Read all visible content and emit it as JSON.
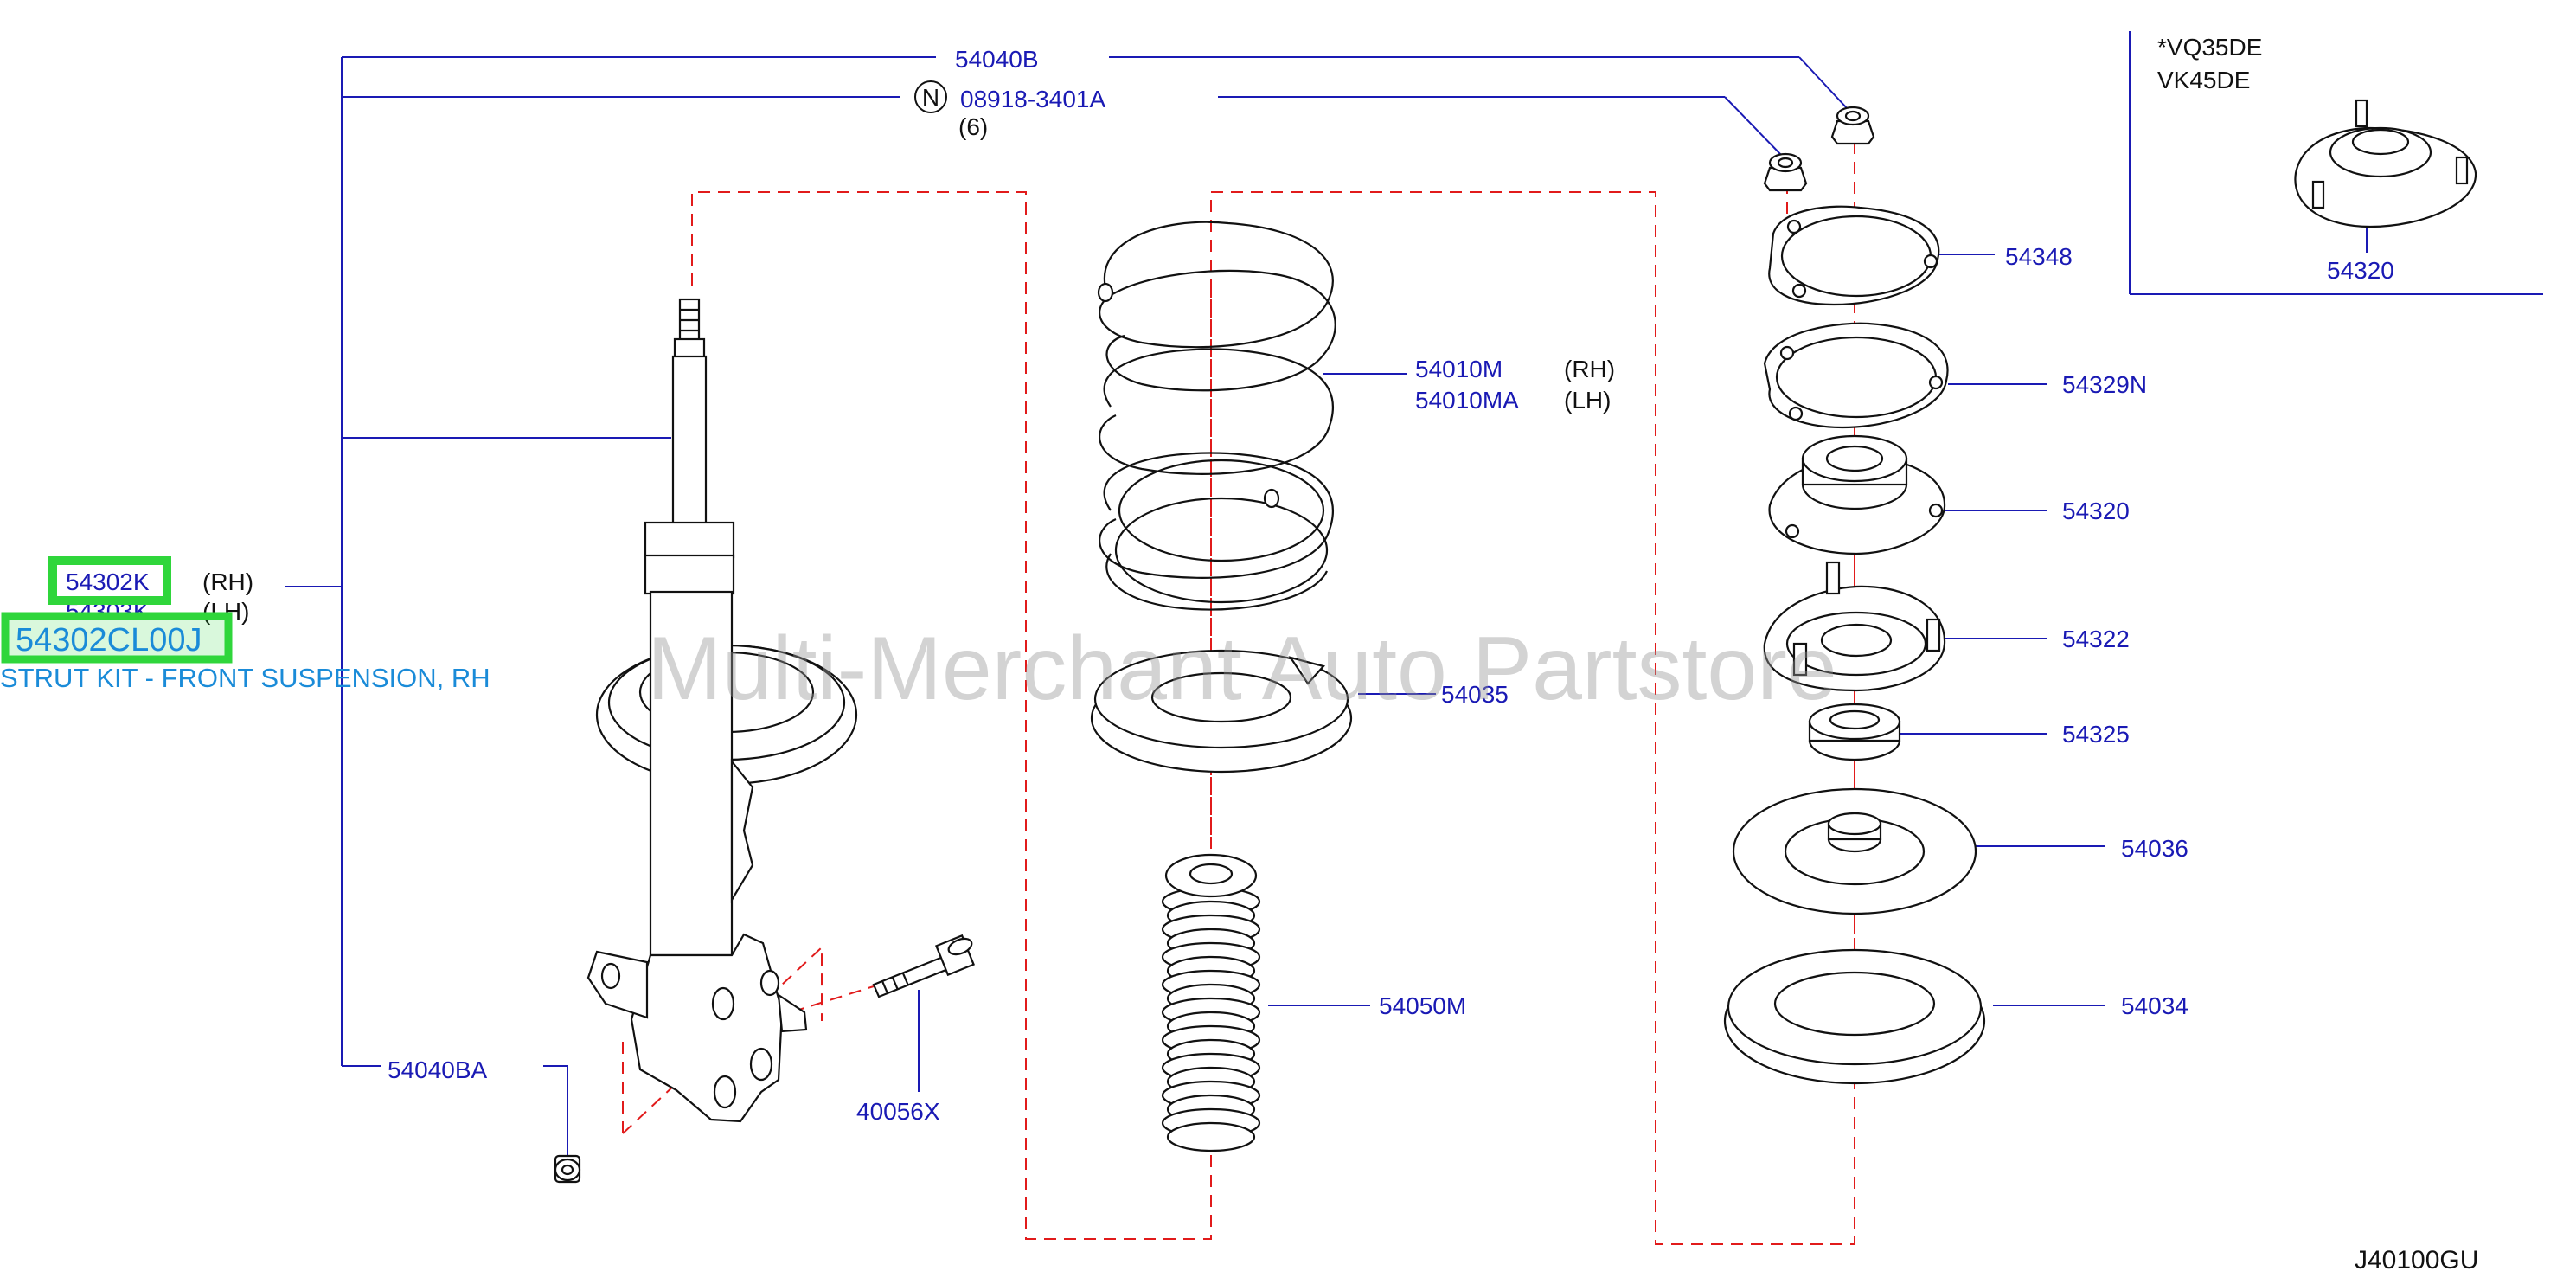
{
  "highlight": {
    "part_number": "54302CL00J",
    "description": "STRUT KIT - FRONT SUSPENSION, RH"
  },
  "watermark": "Multi-Merchant Auto Partstore",
  "diagram_code": "J40100GU",
  "engine_box": {
    "line1": "*VQ35DE",
    "line2": "VK45DE"
  },
  "symbols": {
    "n_marker": "N"
  },
  "parts": {
    "p54040B": "54040B",
    "p08918": "08918-3401A",
    "p08918_qty": "(6)",
    "p54302K": "54302K",
    "p54302K_side": "(RH)",
    "p54303K": "54303K",
    "p54303K_side": "(LH)",
    "p54040BA": "54040BA",
    "p40056X": "40056X",
    "p54010M": "54010M",
    "p54010M_side": "(RH)",
    "p54010MA": "54010MA",
    "p54010MA_side": "(LH)",
    "p54035": "54035",
    "p54050M": "54050M",
    "p54348": "54348",
    "p54329N": "54329N",
    "p54320": "54320",
    "p54322": "54322",
    "p54325": "54325",
    "p54036": "54036",
    "p54034": "54034",
    "p54320_alt": "54320"
  }
}
